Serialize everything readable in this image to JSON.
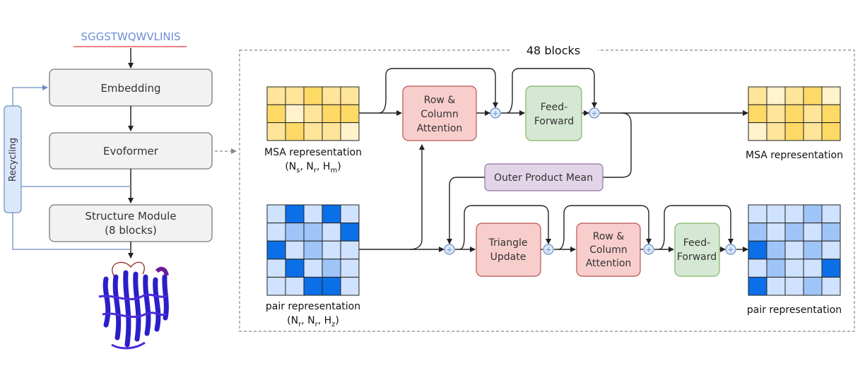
{
  "sequence": {
    "text": "SGGSTWQWVLINIS",
    "text_color": "#6b8fd6",
    "underline_color": "#e05a5a"
  },
  "pipeline": {
    "embedding": "Embedding",
    "evoformer": "Evoformer",
    "structure_module_line1": "Structure Module",
    "structure_module_line2": "(8 blocks)",
    "recycling": "Recycling"
  },
  "evoformer_block": {
    "title": "48 blocks",
    "msa_input_label": "MSA representation",
    "msa_input_dims": [
      "(N",
      "s",
      ", N",
      "r",
      ", H",
      "m",
      ")"
    ],
    "pair_input_label": "pair representation",
    "pair_input_dims": [
      "(N",
      "r",
      ", N",
      "r",
      ", H",
      "z",
      ")"
    ],
    "msa_output_label": "MSA representation",
    "pair_output_label": "pair representation",
    "msa_attention": [
      "Row &",
      "Column",
      "Attention"
    ],
    "msa_feedforward": [
      "Feed-",
      "Forward"
    ],
    "outer_product_mean": "Outer Product Mean",
    "triangle_update": [
      "Triangle",
      "Update"
    ],
    "pair_attention": [
      "Row &",
      "Column",
      "Attention"
    ],
    "pair_feedforward": [
      "Feed-",
      "Forward"
    ],
    "plus_symbol": "+"
  },
  "colors": {
    "gray_box_fill": "#f2f2f2",
    "gray_box_stroke": "#7a7a7a",
    "red_box_fill": "#f8cecc",
    "red_box_stroke": "#b85450",
    "green_box_fill": "#d5e8d4",
    "green_box_stroke": "#82b366",
    "purple_box_fill": "#e1d5e7",
    "purple_box_stroke": "#9673a6",
    "recycling_fill": "#dae8fc",
    "recycling_stroke": "#6c8ebf",
    "recycle_line": "#6c8ebf",
    "arrow": "#222222",
    "plus_fill": "#dae8fc",
    "plus_stroke": "#6c8ebf",
    "msa_palette": [
      "#fff2cc",
      "#ffe599",
      "#ffd966"
    ],
    "pair_palette": [
      "#cfe2ff",
      "#9fc5f8",
      "#0b6fe8"
    ]
  },
  "grids": {
    "msa_in": [
      [
        1,
        1,
        2,
        1,
        1
      ],
      [
        2,
        0,
        1,
        2,
        2
      ],
      [
        1,
        2,
        1,
        1,
        0
      ]
    ],
    "msa_out": [
      [
        1,
        0,
        1,
        2,
        0
      ],
      [
        2,
        1,
        2,
        1,
        2
      ],
      [
        0,
        1,
        2,
        1,
        2
      ]
    ],
    "pair_in": [
      [
        0,
        2,
        0,
        2,
        0
      ],
      [
        0,
        1,
        1,
        0,
        2
      ],
      [
        2,
        0,
        1,
        0,
        0
      ],
      [
        0,
        2,
        0,
        1,
        0
      ],
      [
        0,
        0,
        2,
        2,
        0
      ]
    ],
    "pair_out": [
      [
        0,
        0,
        0,
        1,
        0
      ],
      [
        1,
        0,
        1,
        0,
        1
      ],
      [
        2,
        1,
        0,
        1,
        0
      ],
      [
        0,
        1,
        0,
        0,
        2
      ],
      [
        2,
        0,
        0,
        1,
        0
      ]
    ]
  }
}
